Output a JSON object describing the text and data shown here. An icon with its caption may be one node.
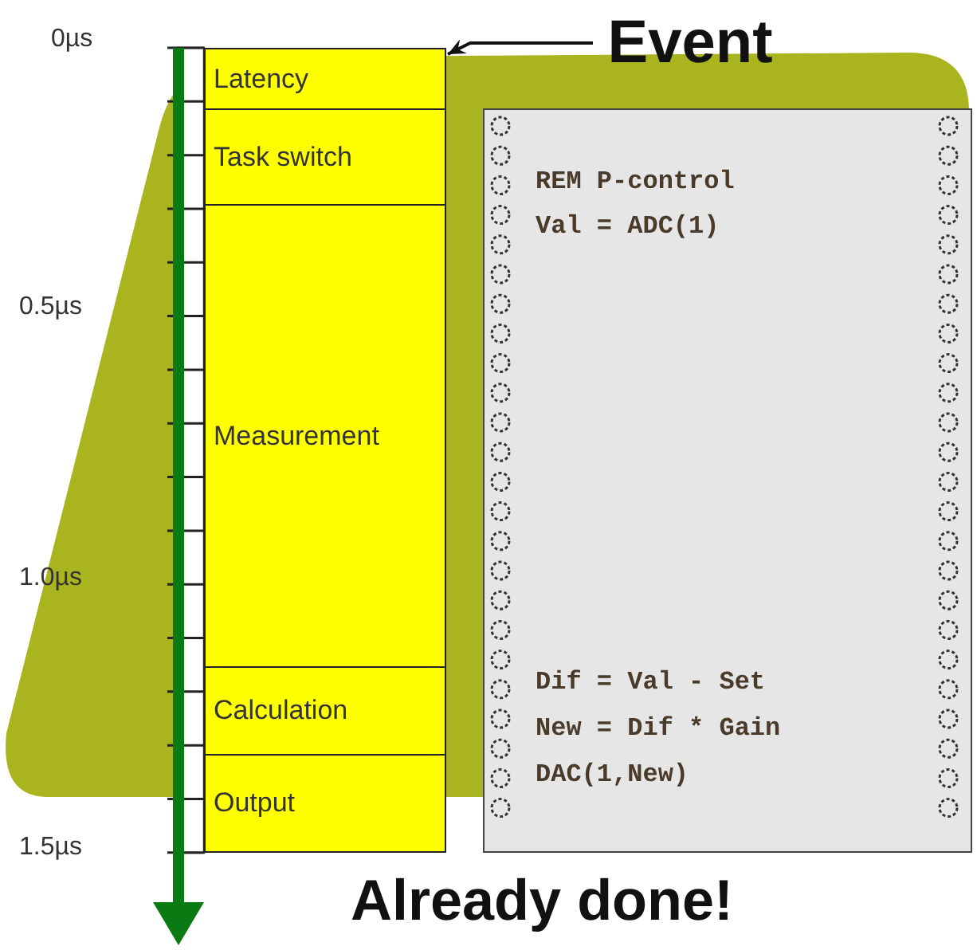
{
  "diagram": {
    "nodes": [
      {
        "text": [
          "Event"
        ]
      },
      {
        "text": [
          "Latency"
        ]
      },
      {
        "text": [
          "Task switch"
        ]
      },
      {
        "text": [
          "Measurement"
        ]
      },
      {
        "text": [
          "Calculation"
        ]
      },
      {
        "text": [
          "Output"
        ]
      },
      {
        "text": [
          "REM P-control",
          "Val = ADC(1)",
          "Dif = Val - Set",
          "New = Dif * Gain",
          "DAC(1,New)"
        ]
      }
    ],
    "edges": [
      {
        "from": 0,
        "to": 1,
        "arrow": "to"
      }
    ],
    "labels": [
      "0µs",
      "0.5µs",
      "1.0µs",
      "1.5µs",
      "Already done!"
    ]
  }
}
